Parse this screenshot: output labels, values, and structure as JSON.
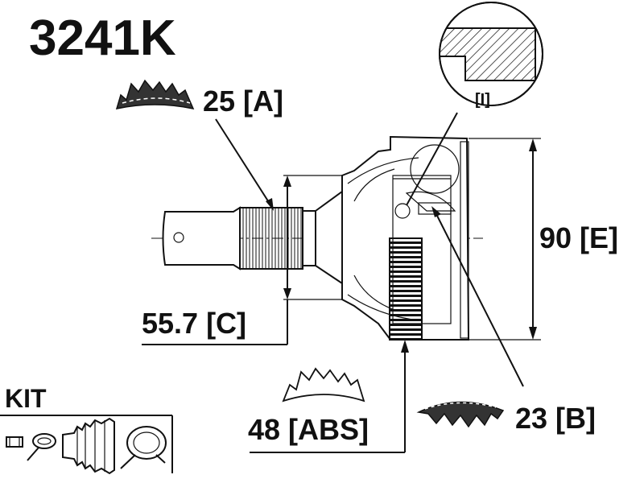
{
  "title": "3241K",
  "labels": {
    "a": "25 [A]",
    "c": "55.7 [C]",
    "e": "90 [E]",
    "b": "23 [B]",
    "abs": "48 [ABS]",
    "detail": "[I]",
    "kit": "KIT"
  },
  "colors": {
    "ink": "#111111",
    "paper": "#ffffff",
    "hatch": "#333333"
  }
}
